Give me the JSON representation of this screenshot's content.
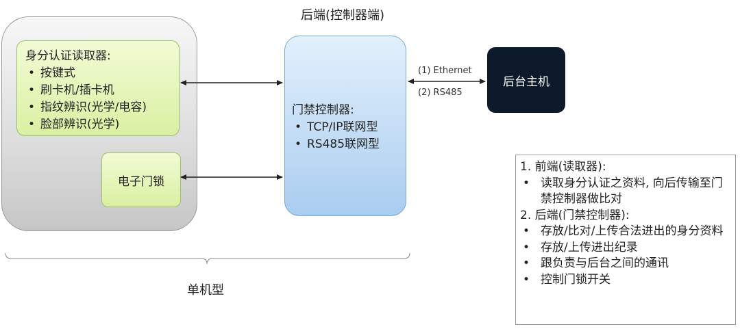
{
  "backend": {
    "title": "后端(控制器端)",
    "controller": {
      "title": "门禁控制器:",
      "items": [
        "TCP/IP联网型",
        "RS485联网型"
      ]
    }
  },
  "frontend": {
    "reader": {
      "title": "身分认证读取器:",
      "items": [
        "按键式",
        "刷卡机/插卡机",
        "指纹辨识(光学/电容)",
        "脸部辨识(光学)"
      ]
    },
    "lock": "电子门锁"
  },
  "host": "后台主机",
  "links": {
    "ethernet": "(1) Ethernet",
    "rs485": "(2) RS485"
  },
  "standalone": "单机型",
  "notes": {
    "h1": "1. 前端(读取器):",
    "front_items": [
      "读取身分认证之资料, 向后传输至门禁控制器做比对"
    ],
    "h2": "2. 后端(门禁控制器):",
    "back_items": [
      "存放/比对/上传合法进出的身分资料",
      "存放/上传进出纪录",
      "跟负责与后台之间的通讯",
      "控制门锁开关"
    ]
  },
  "colors": {
    "host_bg": "#0c1a2c",
    "reader_bg": "#daf0a2",
    "controller_bg": "#a9cdf0"
  }
}
